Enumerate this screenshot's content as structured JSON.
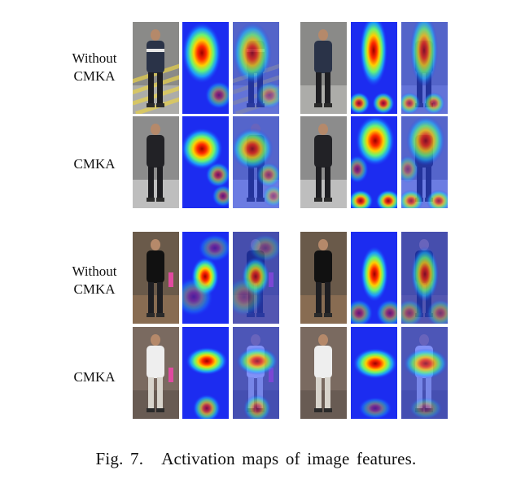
{
  "row_labels": [
    "Without\nCMKA",
    "CMKA",
    "Without\nCMKA",
    "CMKA"
  ],
  "caption": {
    "number": "Fig. 7.",
    "text": "Activation maps of image features."
  },
  "panels": [
    {
      "type": "photo",
      "name": "photo-person-striped-shirt-crosswalk"
    },
    {
      "type": "heatmap",
      "name": "activation-map"
    },
    {
      "type": "overlay",
      "name": "activation-overlay"
    },
    {
      "type": "photo",
      "name": "photo-person-dark-jacket"
    },
    {
      "type": "heatmap",
      "name": "activation-map"
    },
    {
      "type": "overlay",
      "name": "activation-overlay"
    }
  ]
}
